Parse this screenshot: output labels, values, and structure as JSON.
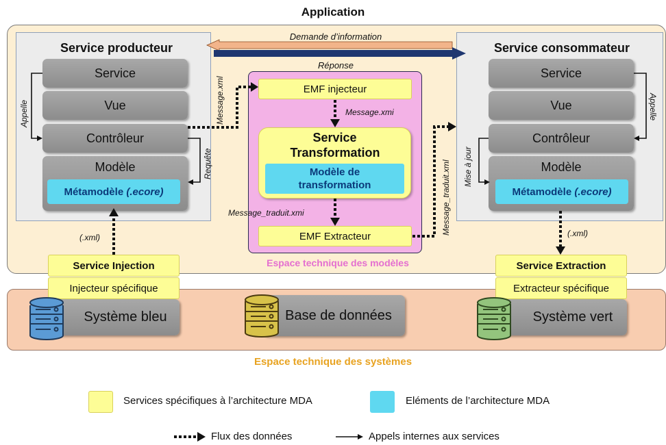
{
  "title": "Application",
  "producer": {
    "title": "Service producteur",
    "layers": [
      "Service",
      "Vue",
      "Contrôleur",
      "Modèle"
    ],
    "metamodel_name": "Métamodèle",
    "metamodel_ext": "(.ecore)",
    "calls_label": "Appelle",
    "request_label": "Requête"
  },
  "consumer": {
    "title": "Service consommateur",
    "layers": [
      "Service",
      "Vue",
      "Contrôleur",
      "Modèle"
    ],
    "metamodel_name": "Métamodèle",
    "metamodel_ext": "(.ecore)",
    "calls_label": "Appelle",
    "update_label": "Mise à jour"
  },
  "arrows": {
    "demand": "Demande d’information",
    "response": "Réponse",
    "message_xml": "Message.xml",
    "message_xmi": "Message.xmi",
    "message_traduit_xmi": "Message_traduit.xmi",
    "message_traduit_xml": "Message_traduit.xml",
    "xml_left": "(.xml)",
    "xml_right": "(.xml)"
  },
  "models_space": {
    "emf_injector": "EMF injecteur",
    "transformation_title": "Service Transformation",
    "transformation_model": "Modèle de transformation",
    "emf_extractor": "EMF Extracteur",
    "label": "Espace technique des modèles"
  },
  "injection": {
    "service": "Service Injection",
    "specific": "Injecteur spécifique"
  },
  "extraction": {
    "service": "Service Extraction",
    "specific": "Extracteur spécifique"
  },
  "systems": {
    "blue": "Système bleu",
    "db": "Base de données",
    "green": "Système vert",
    "label": "Espace technique des systèmes"
  },
  "legend": {
    "yellow": "Services spécifiques à l’architecture MDA",
    "cyan": "Eléments de l’architecture MDA",
    "data_flow": "Flux des données",
    "internal_calls": "Appels internes aux services"
  },
  "colors": {
    "app_bg": "#fdefd3",
    "systems_bg": "#f8cdb0",
    "models_bg": "#f3b2e6",
    "yellow": "#fdfd96",
    "cyan": "#5fd8f0",
    "orange_arrow": "#f2b48a",
    "navy_arrow": "#1f3770",
    "models_label": "#e46fd0",
    "systems_label": "#e8a321",
    "db_blue": "#5b9bd5",
    "db_yellow": "#d8c24a",
    "db_green": "#93c47d"
  }
}
